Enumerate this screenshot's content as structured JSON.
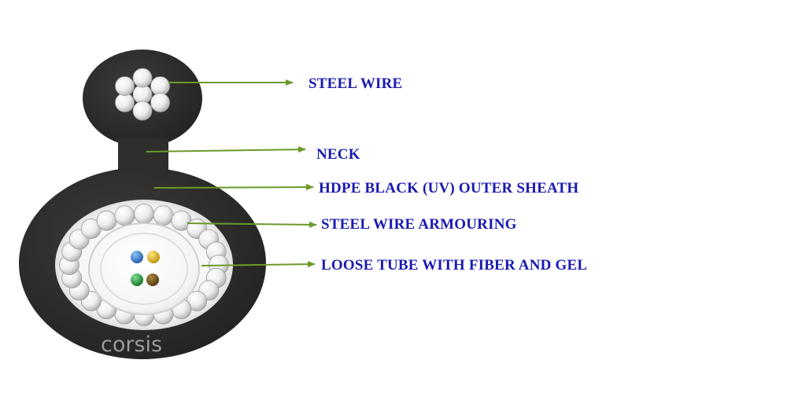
{
  "labels": {
    "steel_wire": "STEEL WIRE",
    "neck": "NECK",
    "outer_sheath": "HDPE BLACK (UV) OUTER SHEATH",
    "armouring": "STEEL WIRE ARMOURING",
    "loose_tube": "LOOSE TUBE WITH FIBER AND GEL"
  },
  "watermark": "corsis",
  "colors": {
    "label_text": "#1a1ab0",
    "arrow": "#6a9a2a",
    "sheath": "#2d2c2a",
    "wire": "#f2f2f2",
    "fiber_blue": "#1f6fc9",
    "fiber_yellow": "#e0b514",
    "fiber_green": "#1a9a3a",
    "fiber_brown": "#6b4a12"
  }
}
